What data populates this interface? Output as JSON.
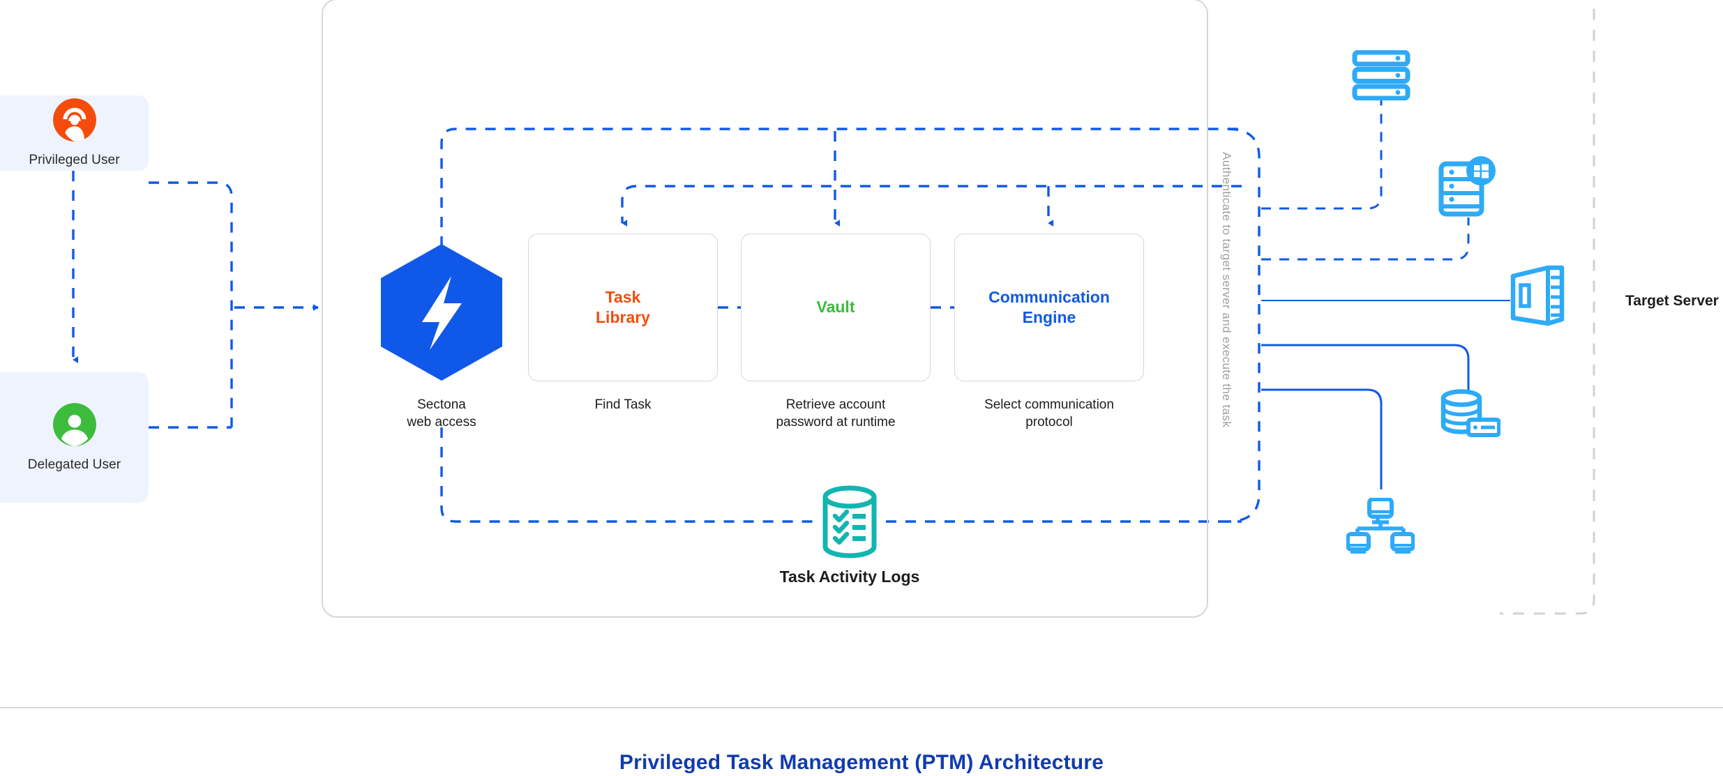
{
  "diagram": {
    "title": "Privileged Task Management (PTM) Architecture",
    "colors": {
      "accent_blue": "#1059e8",
      "light_blue": "#2eaaf7",
      "orange": "#f54c0c",
      "green": "#3cbb3c",
      "teal": "#12b5b0",
      "title_blue": "#103bb0",
      "card_bg": "#eef3fd",
      "border_gray": "#d4d6d8",
      "auth_text_gray": "#9b9fa4"
    }
  },
  "actors": [
    {
      "id": "privileged-user",
      "label": "Privileged User",
      "icon": "privileged-user-icon",
      "color": "#f54c0c"
    },
    {
      "id": "delegated-user",
      "label": "Delegated User",
      "icon": "delegated-user-icon",
      "color": "#3cbb3c"
    }
  ],
  "gateway": {
    "icon": "sectona-hexagon-logo",
    "caption_line1": "Sectona",
    "caption_line2": "web access"
  },
  "stages": [
    {
      "id": "task-library",
      "title_line1": "Task",
      "title_line2": "Library",
      "color": "#f54c0c",
      "caption_line1": "Find Task",
      "caption_line2": ""
    },
    {
      "id": "vault",
      "title_line1": "Vault",
      "title_line2": "",
      "color": "#3cbb3c",
      "caption_line1": "Retrieve account",
      "caption_line2": "password at runtime"
    },
    {
      "id": "communication-engine",
      "title_line1": "Communication",
      "title_line2": "Engine",
      "color": "#1059e8",
      "caption_line1": "Select communication",
      "caption_line2": "protocol"
    }
  ],
  "logs": {
    "label": "Task Activity Logs",
    "icon": "task-activity-logs-database-icon",
    "color": "#12b5b0"
  },
  "auth_path": {
    "label": "Authenticate to target server and execute the task"
  },
  "target_zone": {
    "label": "Target Server",
    "icons": [
      {
        "id": "server-rack-stack",
        "name": "server-rack-icon"
      },
      {
        "id": "windows-server",
        "name": "windows-server-icon"
      },
      {
        "id": "tower-server",
        "name": "tower-server-icon"
      },
      {
        "id": "database-server",
        "name": "database-server-icon"
      },
      {
        "id": "network-workstations",
        "name": "network-workstations-icon"
      }
    ]
  }
}
